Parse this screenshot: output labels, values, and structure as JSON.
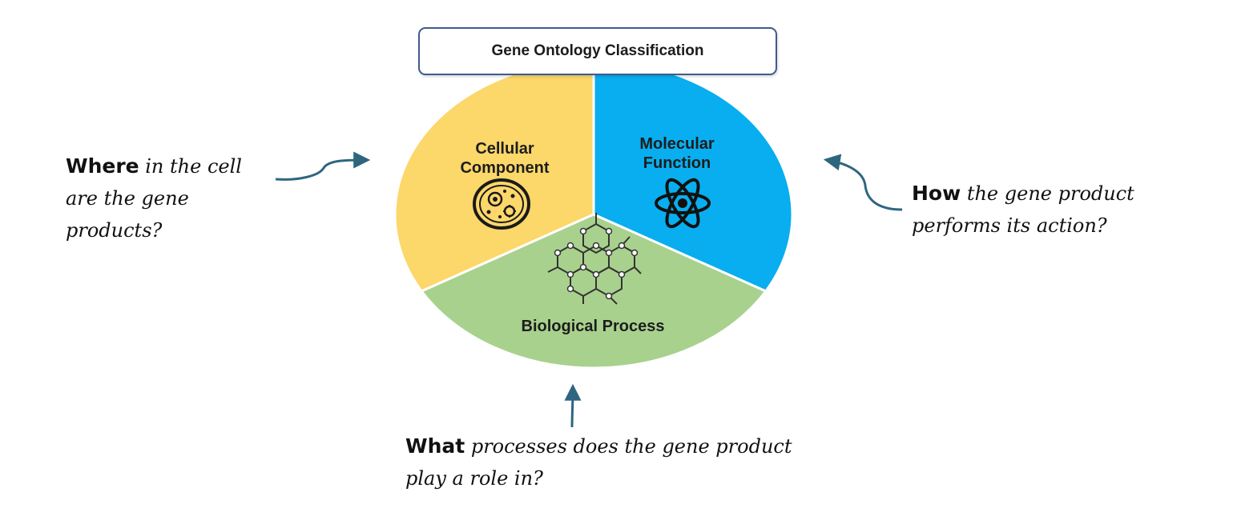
{
  "title": "Gene Ontology Classification",
  "segments": {
    "cellular_component": {
      "label_line1": "Cellular",
      "label_line2": "Component",
      "color": "#fcd76a",
      "icon": "cell-icon"
    },
    "molecular_function": {
      "label_line1": "Molecular",
      "label_line2": "Function",
      "color": "#08aeef",
      "icon": "atom-icon"
    },
    "biological_process": {
      "label": "Biological Process",
      "color": "#a9d18e",
      "icon": "molecule-network-icon"
    }
  },
  "questions": {
    "where": {
      "keyword": "Where",
      "line1_rest": " in the cell",
      "line2": "are the gene",
      "line3": "products?"
    },
    "how": {
      "keyword": "How",
      "line1_rest": " the gene product",
      "line2": "performs its action?"
    },
    "what": {
      "keyword": "What",
      "line1_rest": " processes does the gene product",
      "line2": "play a role in?"
    }
  },
  "arrow_color": "#2e6680"
}
